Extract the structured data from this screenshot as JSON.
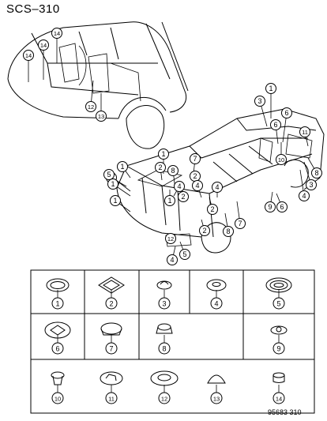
{
  "diagram_code": "SCS–310",
  "part_number": "95683 310",
  "callouts_upper": [
    "14",
    "14",
    "14",
    "12",
    "13",
    "1",
    "3",
    "6",
    "6",
    "11",
    "10",
    "8",
    "3",
    "4",
    "6",
    "9",
    "7",
    "7",
    "4",
    "8",
    "2",
    "2",
    "2",
    "1",
    "4",
    "2",
    "1",
    "1",
    "1",
    "2",
    "8",
    "5",
    "1",
    "1",
    "4",
    "5",
    "12",
    "4"
  ],
  "legend": [
    {
      "num": "1",
      "icon": "round-flat-plug"
    },
    {
      "num": "2",
      "icon": "square-plug"
    },
    {
      "num": "3",
      "icon": "small-domed-plug"
    },
    {
      "num": "4",
      "icon": "oval-flat-plug"
    },
    {
      "num": "5",
      "icon": "large-ring-plug"
    },
    {
      "num": "6",
      "icon": "four-slot-plug"
    },
    {
      "num": "7",
      "icon": "deep-round-plug"
    },
    {
      "num": "8",
      "icon": "stepped-plug"
    },
    {
      "num": "9",
      "icon": "small-ring-plug"
    },
    {
      "num": "10",
      "icon": "push-pin-clip"
    },
    {
      "num": "11",
      "icon": "drain-plug"
    },
    {
      "num": "12",
      "icon": "oval-grommet"
    },
    {
      "num": "13",
      "icon": "dome-cap"
    },
    {
      "num": "14",
      "icon": "rubber-stopper"
    }
  ]
}
